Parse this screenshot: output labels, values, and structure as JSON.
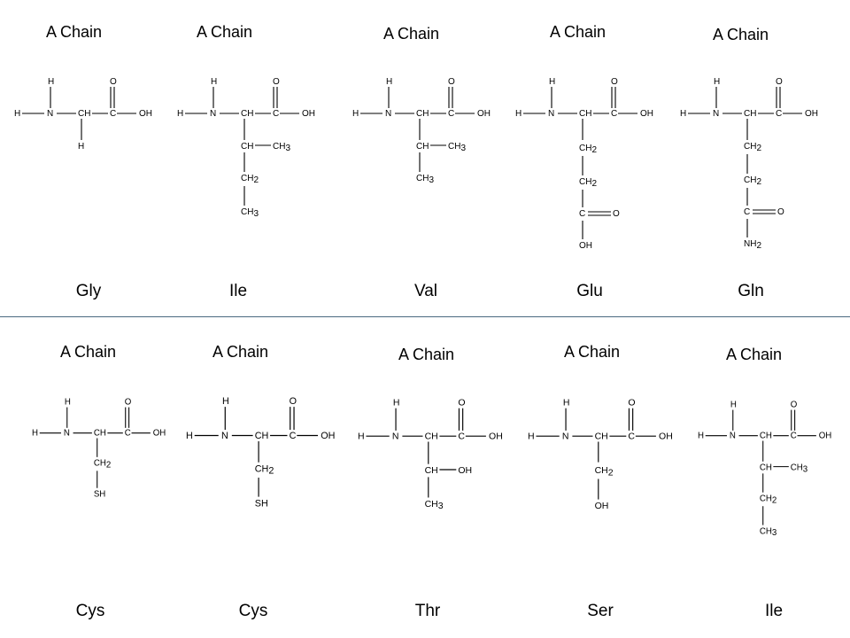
{
  "chain_label": "A Chain",
  "top_row": [
    {
      "residue": "Gly"
    },
    {
      "residue": "Ile"
    },
    {
      "residue": "Val"
    },
    {
      "residue": "Glu"
    },
    {
      "residue": "Gln"
    }
  ],
  "bottom_row": [
    {
      "residue": "Cys"
    },
    {
      "residue": "Cys"
    },
    {
      "residue": "Thr"
    },
    {
      "residue": "Ser"
    },
    {
      "residue": "Ile"
    }
  ]
}
